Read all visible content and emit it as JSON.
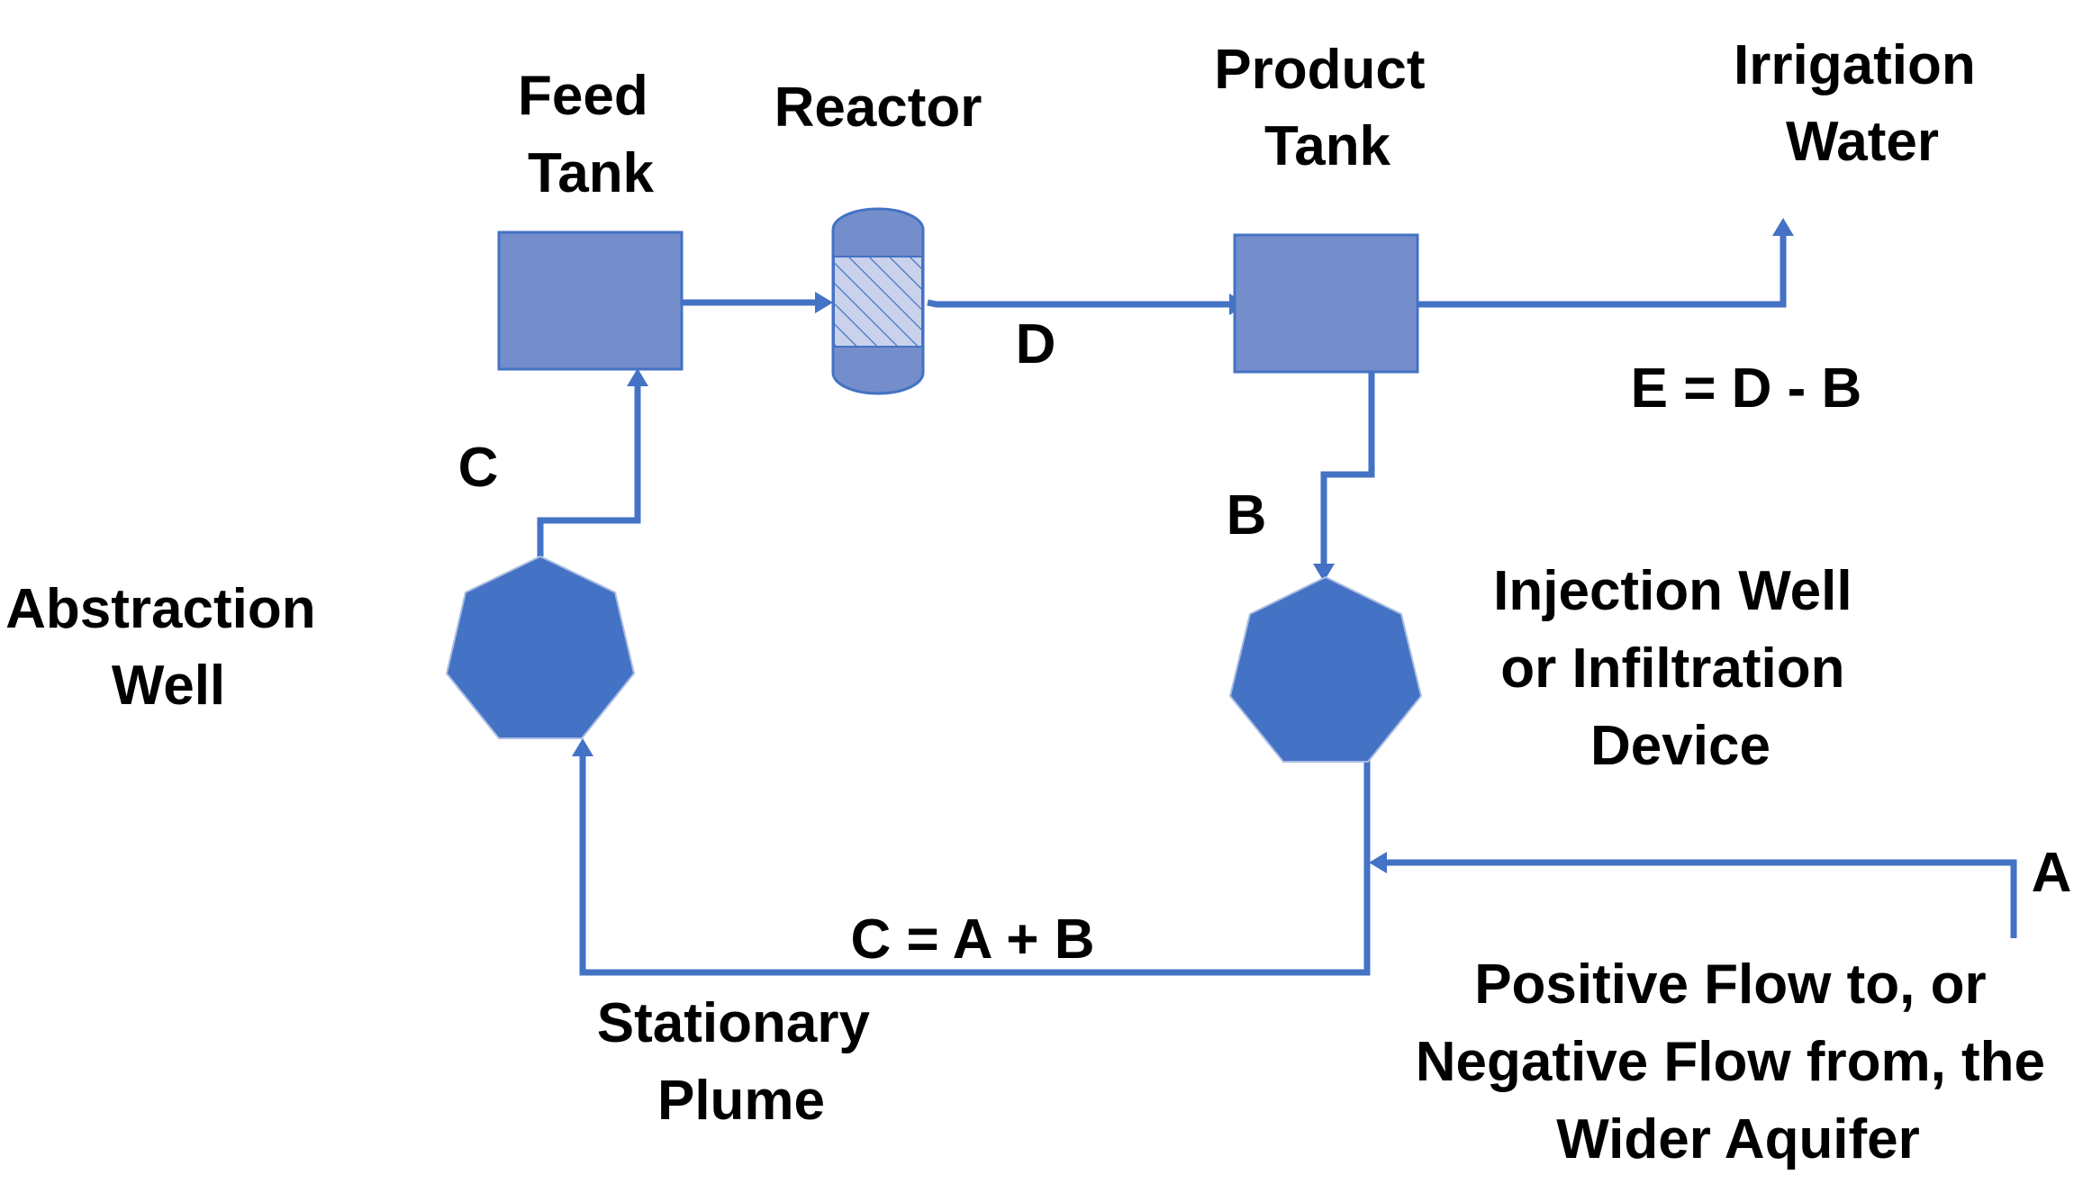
{
  "colors": {
    "flow_line": "#4472C4",
    "tank_fill": "#738ECB",
    "tank_stroke": "#4472C4",
    "well_fill": "#4472C4",
    "reactor_bed": "#C9D2EA",
    "text": "#000000"
  },
  "labels": {
    "feed_tank": [
      "Feed",
      "Tank"
    ],
    "reactor": "Reactor",
    "product_tank": [
      "Product",
      "Tank"
    ],
    "irrigation_water": [
      "Irrigation",
      "Water"
    ],
    "abstraction_well": [
      "Abstraction",
      "Well"
    ],
    "injection_well": [
      "Injection Well",
      "or Infiltration",
      "Device"
    ],
    "stationary_plume": [
      "Stationary",
      "Plume"
    ],
    "aquifer": [
      "Positive Flow to, or",
      "Negative Flow from, the",
      "Wider Aquifer"
    ]
  },
  "flows": {
    "a": "A",
    "b": "B",
    "c": "C",
    "d": "D",
    "c_eq": "C = A + B",
    "e_eq": "E = D - B"
  }
}
